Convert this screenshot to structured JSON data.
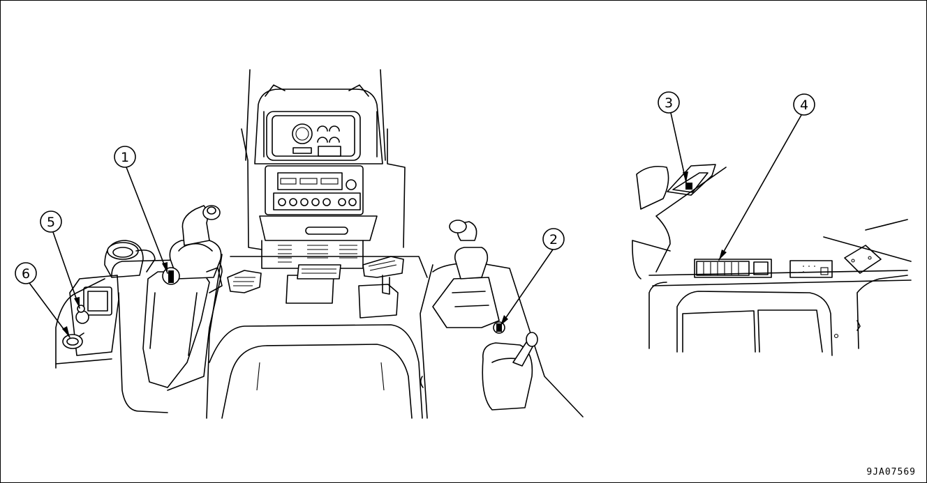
{
  "figure": {
    "code": "9JA07569",
    "callouts": [
      {
        "label": "1"
      },
      {
        "label": "2"
      },
      {
        "label": "3"
      },
      {
        "label": "4"
      },
      {
        "label": "5"
      },
      {
        "label": "6"
      }
    ]
  },
  "colors": {
    "line": "#000000",
    "background": "#ffffff"
  }
}
